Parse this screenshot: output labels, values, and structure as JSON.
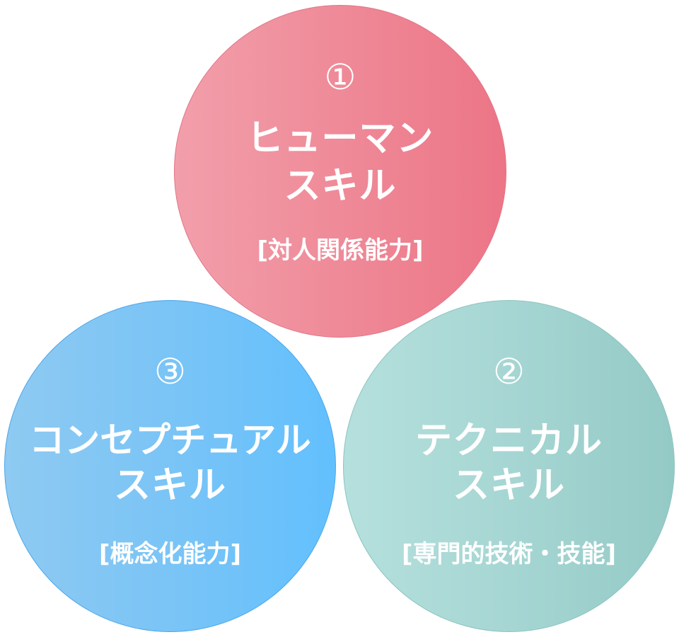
{
  "diagram": {
    "type": "three-circle skill model",
    "circles": [
      {
        "id": "human",
        "number": "①",
        "title_line1": "ヒューマン",
        "title_line2": "スキル",
        "subtitle": "[対人関係能力]",
        "color_start": "#f29fab",
        "color_end": "#ec7586"
      },
      {
        "id": "technical",
        "number": "②",
        "title_line1": "テクニカル",
        "title_line2": "スキル",
        "subtitle": "[専門的技術・技能]",
        "color_start": "#b5e0dd",
        "color_end": "#94cac6"
      },
      {
        "id": "conceptual",
        "number": "③",
        "title_line1": "コンセプチュアル",
        "title_line2": "スキル",
        "subtitle": "[概念化能力]",
        "color_start": "#8ecaf1",
        "color_end": "#62c0fd"
      }
    ]
  }
}
